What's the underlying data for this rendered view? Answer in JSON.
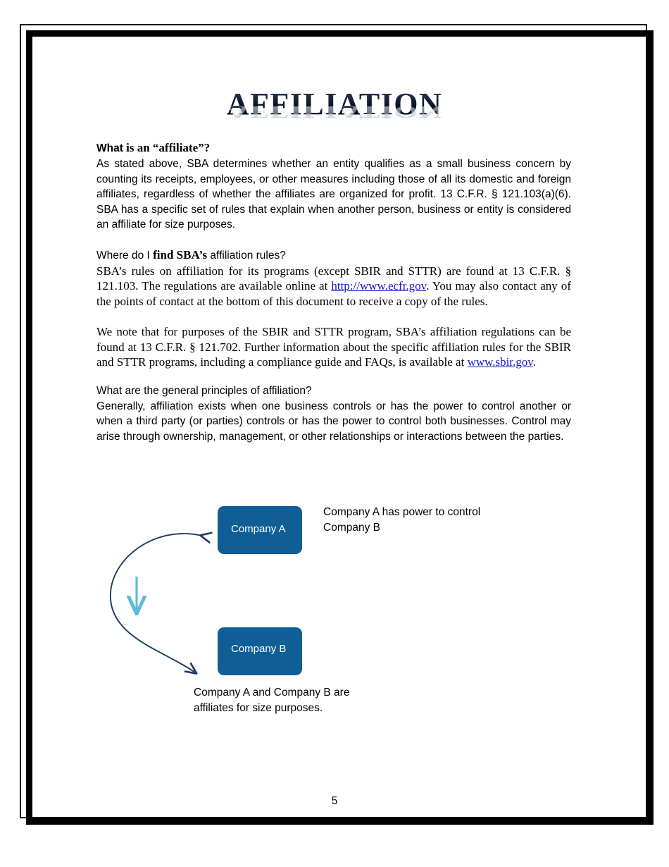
{
  "document": {
    "title": "AFFILIATION",
    "page_number": "5"
  },
  "sections": [
    {
      "heading_part1": "What",
      "heading_part2": " is an “affiliate”?",
      "body": "As stated above, SBA determines whether an entity qualifies as a small business concern by counting its receipts, employees, or other measures including those of all its domestic and foreign affiliates, regardless of whether the affiliates are organized for profit. 13 C.F.R. § 121.103(a)(6).   SBA has a specific set of rules that explain when another person, business or entity is considered an affiliate for size purposes."
    },
    {
      "heading_part1": "Where do I ",
      "heading_part2": "find SBA’s",
      "heading_part3": " affiliation rules?",
      "body_before_link": "SBA’s rules on affiliation for its programs (except SBIR and STTR) are found at 13 C.F.R. § 121.103.  The regulations are available online at ",
      "link_text": "http://www.ecfr.gov",
      "body_after_link": ".  You may also contact any of the points of contact at the bottom of this document to receive a copy of the rules."
    },
    {
      "body_before_link": "We note that for purposes of the SBIR and STTR program, SBA’s affiliation regulations can be found at 13 C.F.R. § 121.702.  Further information about the specific affiliation rules for the SBIR and STTR programs, including a compliance guide and FAQs, is available at ",
      "link_text": "www.sbir.gov",
      "body_after_link": "."
    },
    {
      "heading": "What are the general principles of affiliation?",
      "body": "Generally, affiliation exists when one business controls or has the power to control another or when a third party (or parties) controls or has the power to control both businesses. Control may arise through ownership, management, or other relationships or interactions between the parties."
    }
  ],
  "diagram": {
    "box_a_label": "Company A",
    "box_b_label": "Company B",
    "label_top": "Company A has power to control Company B",
    "label_bottom": "Company A and Company B are affiliates for size purposes.",
    "colors": {
      "box_fill": "#0f5e96",
      "box_text": "#ffffff",
      "curved_arrow": "#1f3864",
      "straight_arrow": "#5bbcd4"
    }
  },
  "colors": {
    "link": "#1414c8",
    "border": "#000000",
    "background": "#ffffff"
  }
}
